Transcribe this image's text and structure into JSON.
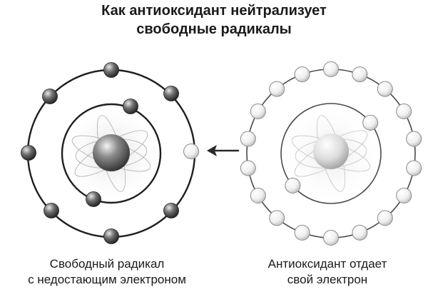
{
  "title": {
    "line1": "Как антиоксидант нейтрализует",
    "line2": "свободные радикалы"
  },
  "free_radical": {
    "caption_line1": "Свободный радикал",
    "caption_line2": "с недостающим электроном"
  },
  "antioxidant": {
    "caption_line1": "Антиоксидант отдает",
    "caption_line2": "свой электрон"
  },
  "colors": {
    "orbit_dark": "#1f1f1f",
    "orbit_light": "#9a9a9a",
    "electron_dark": "#4a4a4a",
    "electron_light": "#f2f2f2",
    "arrow": "#2a2a2a"
  }
}
